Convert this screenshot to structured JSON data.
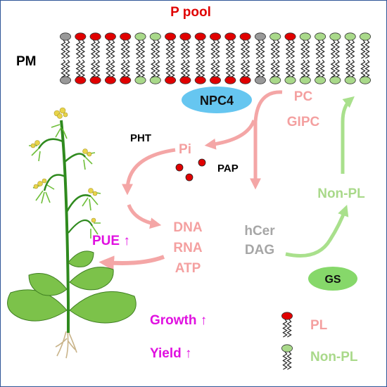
{
  "colors": {
    "pl_head": "#e00000",
    "nonpl_head": "#a9d98a",
    "other_head": "#999999",
    "pink_text": "#f4a0a0",
    "pink_arrow": "#f4a6a6",
    "green_arrow": "#a9e08c",
    "magenta": "#e010e0",
    "grey_text": "#a6a6a6",
    "npc4_fill": "#66c6f0",
    "gs_fill": "#86d86a",
    "border": "#2f5597"
  },
  "membrane": {
    "label": "PM",
    "pool_label": "P pool",
    "top_heads": [
      "grey",
      "red",
      "red",
      "red",
      "red",
      "green",
      "green",
      "red",
      "red",
      "red",
      "red",
      "red",
      "red",
      "grey",
      "green",
      "red",
      "green",
      "green",
      "green",
      "green",
      "green"
    ],
    "bottom_heads": [
      "grey",
      "red",
      "red",
      "red",
      "red",
      "green",
      "green",
      "red",
      "red",
      "red",
      "red",
      "red",
      "red",
      "grey",
      "green",
      "green",
      "green",
      "green",
      "green",
      "green",
      "green"
    ]
  },
  "enzymes": {
    "npc4": "NPC4",
    "gs": "GS",
    "pht": "PHT",
    "pap": "PAP"
  },
  "metabolites": {
    "pc": "PC",
    "gipc": "GIPC",
    "pi": "Pi",
    "dna": "DNA",
    "rna": "RNA",
    "atp": "ATP",
    "hcer": "hCer",
    "dag": "DAG",
    "non_pl": "Non-PL"
  },
  "outcomes": {
    "pue": "PUE ↑",
    "growth": "Growth ↑",
    "yield": "Yield ↑"
  },
  "legend": [
    {
      "head": "red",
      "label": "PL"
    },
    {
      "head": "green",
      "label": "Non-PL"
    }
  ]
}
